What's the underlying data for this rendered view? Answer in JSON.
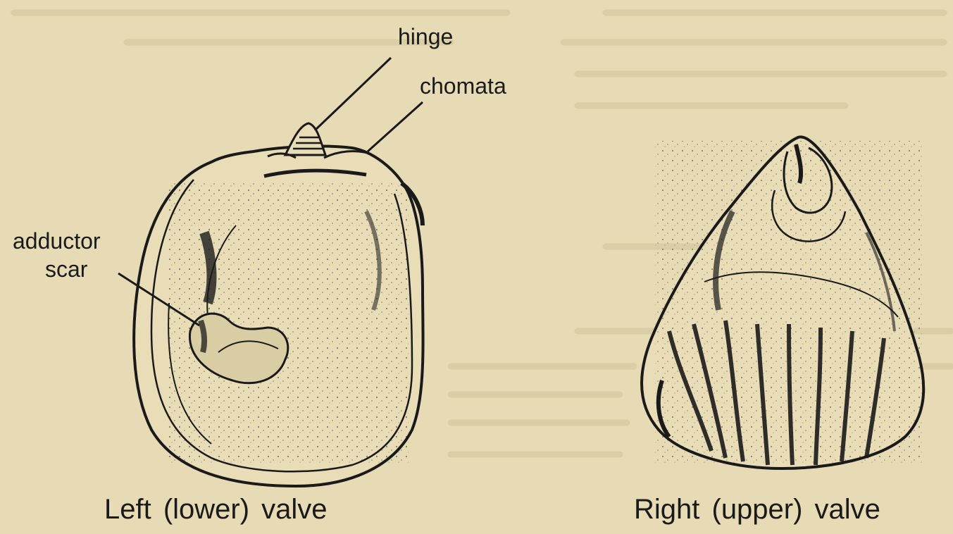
{
  "labels": {
    "hinge": "hinge",
    "chomata": "chomata",
    "adductor_line1": "adductor",
    "adductor_line2": "scar"
  },
  "captions": {
    "left": "Left (lower) valve",
    "right": "Right (upper) valve"
  },
  "colors": {
    "background": "#e6dbb4",
    "ink": "#1a1a1a"
  }
}
